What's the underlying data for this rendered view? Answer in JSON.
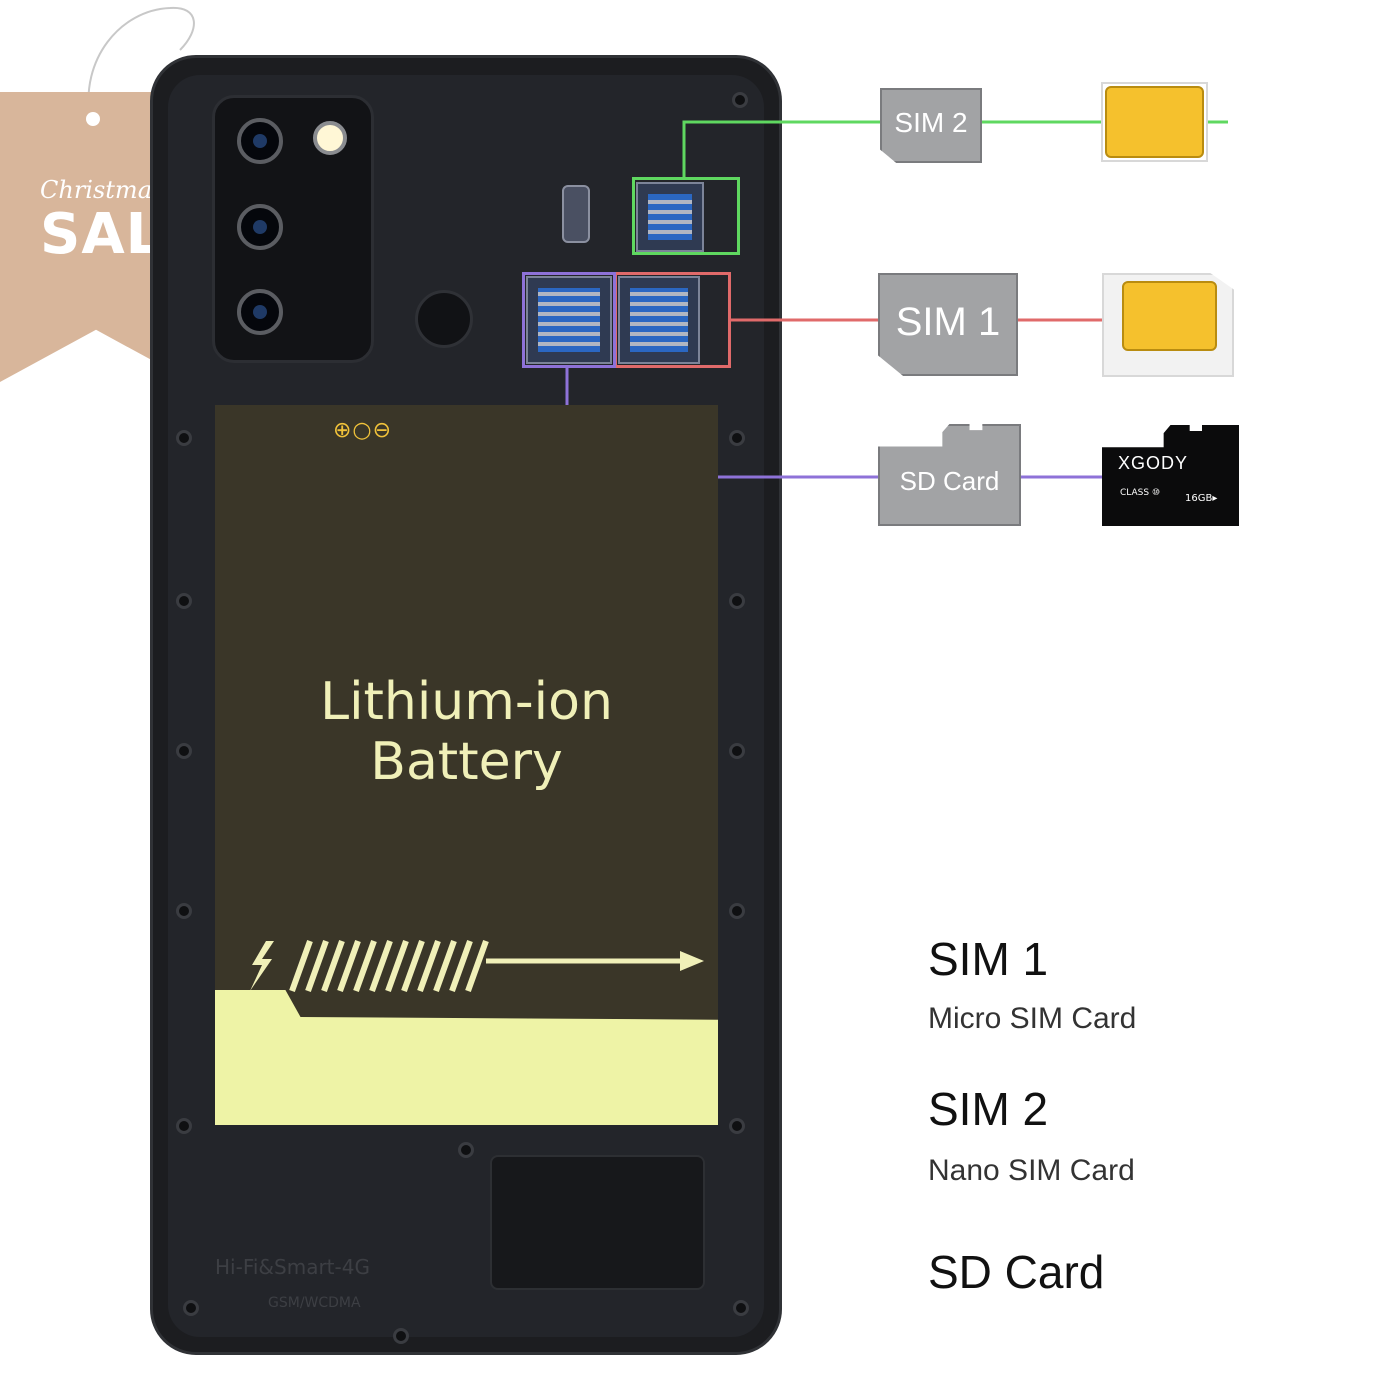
{
  "tag": {
    "line1": "Christmas",
    "line2": "SALE"
  },
  "battery": {
    "symbols": "⊕○⊖",
    "line1": "Lithium-ion",
    "line2": "Battery"
  },
  "phone_markings": {
    "model": "Hi-Fi&Smart-4G",
    "network": "GSM/WCDMA"
  },
  "slots": {
    "sim2_label": "SIM 2",
    "sim1_label": "SIM 1",
    "sd_label": "SD Card",
    "sim2_color": "#5fd860",
    "sim1_color": "#e06a6a",
    "sd_color": "#8e72d8"
  },
  "sd_card": {
    "brand": "XGODY",
    "class": "CLASS ⑩",
    "capacity": "16GB▸"
  },
  "legend": {
    "sim1_title": "SIM 1",
    "sim1_sub": "Micro SIM Card",
    "sim2_title": "SIM 2",
    "sim2_sub": "Nano SIM Card",
    "sd_title": "SD Card"
  }
}
